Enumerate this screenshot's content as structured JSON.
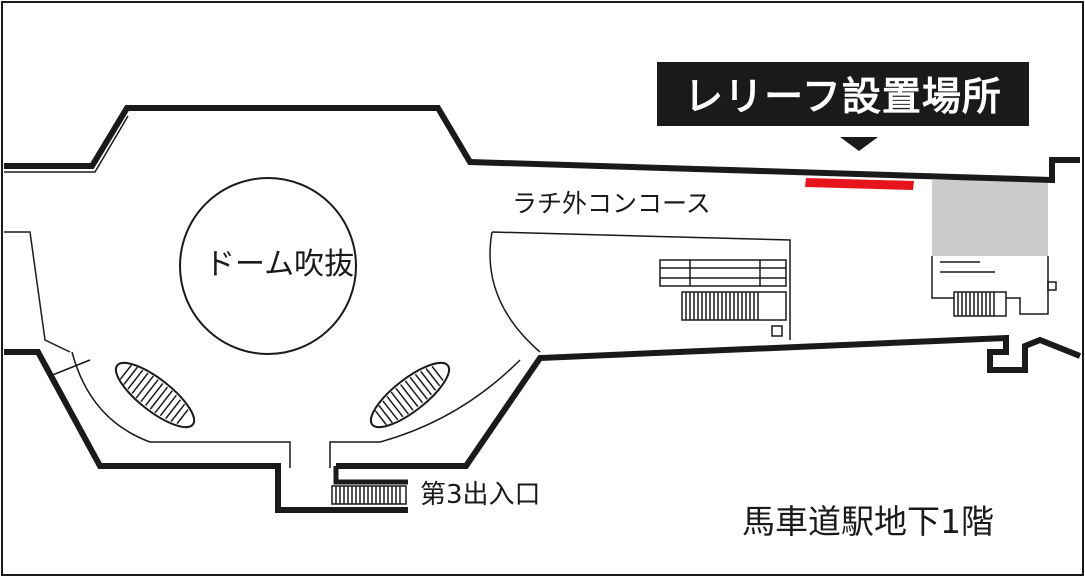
{
  "map": {
    "banner_label": "レリーフ設置場所",
    "concourse_label": "ラチ外コンコース",
    "dome_label": "ドーム吹抜",
    "exit_label": "第3出入口",
    "floor_label": "馬車道駅地下1階",
    "colors": {
      "wall": "#1a1a1a",
      "relief_marker": "#e8141c",
      "shaded_area": "#cccccc",
      "background": "#ffffff"
    }
  }
}
